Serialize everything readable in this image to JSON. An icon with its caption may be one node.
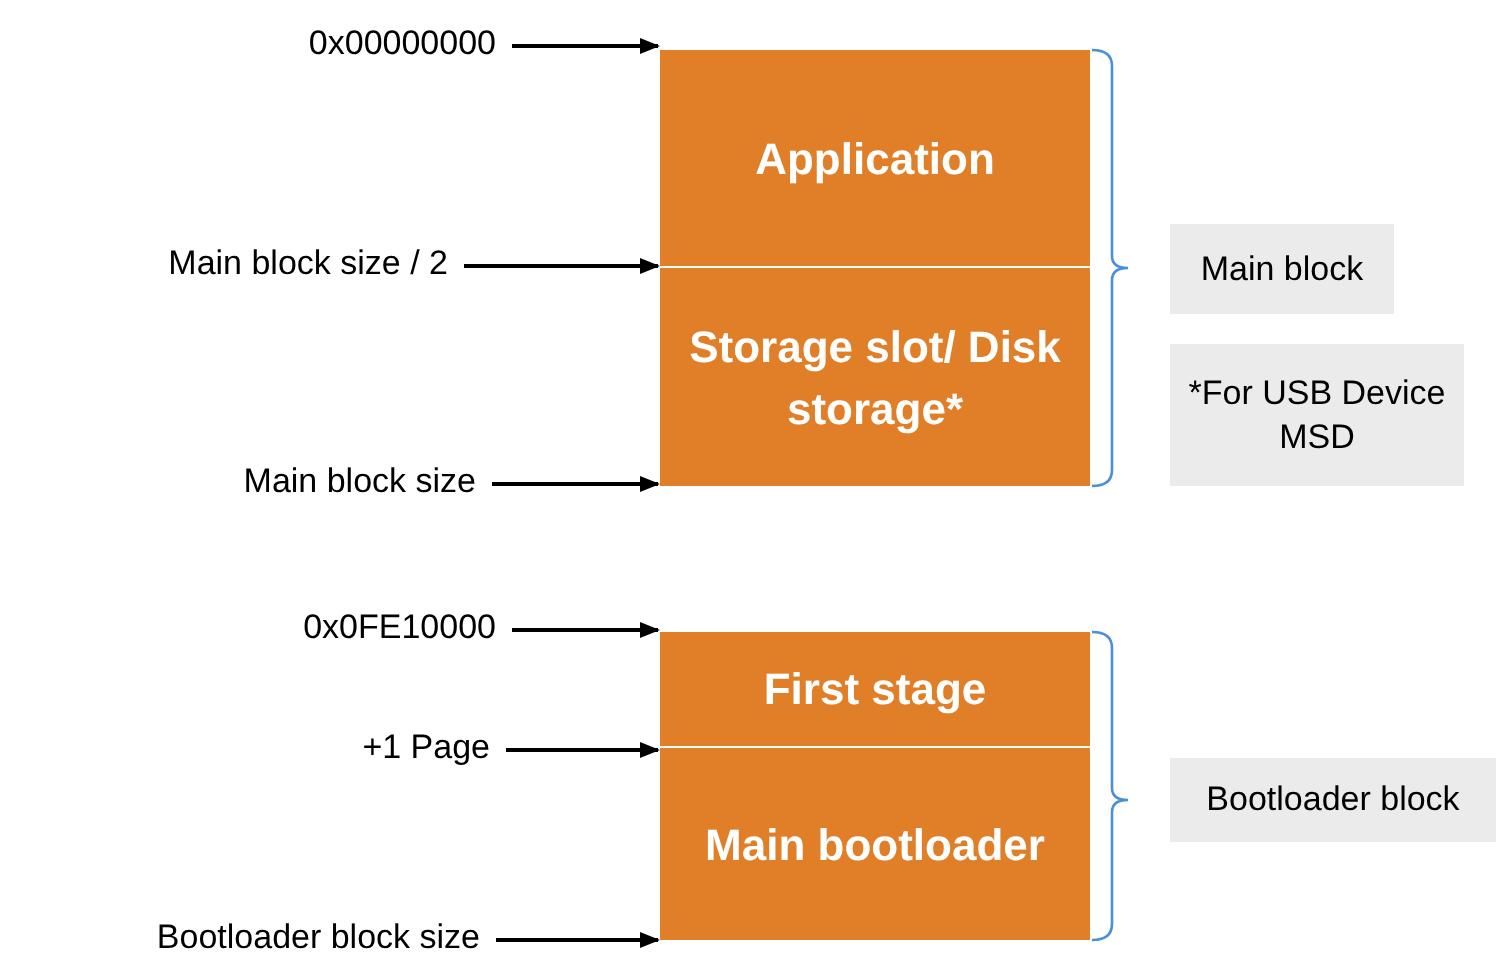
{
  "diagram": {
    "nodes": [
      {
        "text": [
          "0x00000000"
        ]
      },
      {
        "text": [
          "Main block size / 2"
        ]
      },
      {
        "text": [
          "Main block size"
        ]
      },
      {
        "text": [
          "Application"
        ]
      },
      {
        "text": [
          "Storage slot/ Disk storage*"
        ]
      },
      {
        "text": [
          "Main block"
        ]
      },
      {
        "text": [
          "*For USB Device MSD"
        ]
      },
      {
        "text": [
          "0x0FE10000"
        ]
      },
      {
        "text": [
          "+1 Page"
        ]
      },
      {
        "text": [
          "Bootloader block size"
        ]
      },
      {
        "text": [
          "First stage"
        ]
      },
      {
        "text": [
          "Main bootloader"
        ]
      },
      {
        "text": [
          "Bootloader block"
        ]
      }
    ],
    "edges": [
      {
        "from": 0,
        "to": 3,
        "arrow": "to"
      },
      {
        "from": 1,
        "to": 4,
        "arrow": "to"
      },
      {
        "from": 2,
        "to": 4,
        "arrow": "to"
      },
      {
        "from": 7,
        "to": 10,
        "arrow": "to"
      },
      {
        "from": 8,
        "to": 11,
        "arrow": "to"
      },
      {
        "from": 9,
        "to": 11,
        "arrow": "to"
      }
    ]
  }
}
